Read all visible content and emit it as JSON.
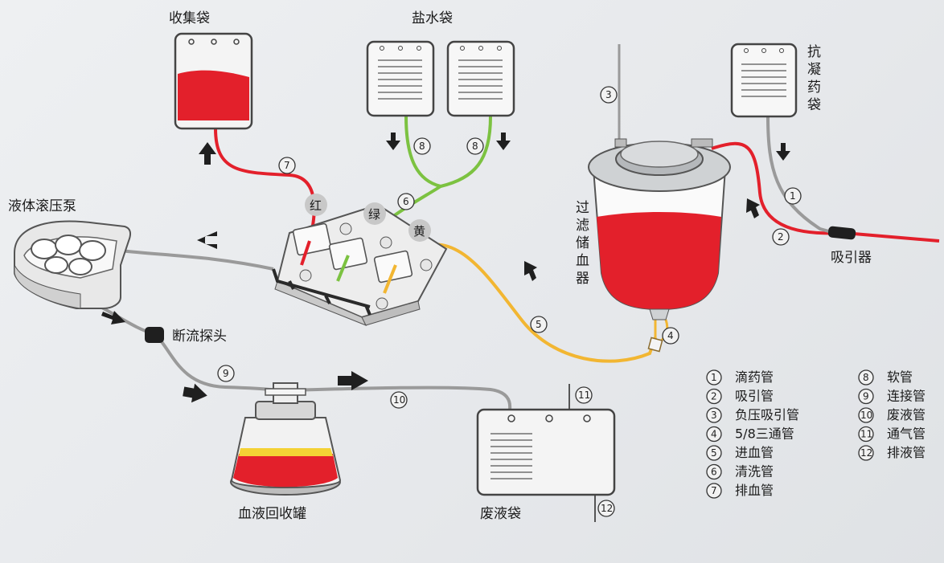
{
  "labels": {
    "collection_bag": "收集袋",
    "saline_bags": "盐水袋",
    "anticoag_bag": "抗凝药袋",
    "pump": "液体滚压泵",
    "filter_reservoir": "过滤储血器",
    "suction": "吸引器",
    "flow_sensor": "断流探头",
    "recovery_tank": "血液回收罐",
    "waste_bag": "废液袋",
    "clamp_red": "红",
    "clamp_green": "绿",
    "clamp_yellow": "黄"
  },
  "tube_numbers": {
    "n1": "1",
    "n2": "2",
    "n3": "3",
    "n4": "4",
    "n5": "5",
    "n6": "6",
    "n7": "7",
    "n8a": "8",
    "n8b": "8",
    "n9": "9",
    "n10": "10",
    "n11": "11",
    "n12": "12"
  },
  "legend": [
    {
      "num": "1",
      "text": "滴药管"
    },
    {
      "num": "2",
      "text": "吸引管"
    },
    {
      "num": "3",
      "text": "负压吸引管"
    },
    {
      "num": "4",
      "text": "5/8三通管"
    },
    {
      "num": "5",
      "text": "进血管"
    },
    {
      "num": "6",
      "text": "清洗管"
    },
    {
      "num": "7",
      "text": "排血管"
    },
    {
      "num": "8",
      "text": "软管"
    },
    {
      "num": "9",
      "text": "连接管"
    },
    {
      "num": "10",
      "text": "废液管"
    },
    {
      "num": "11",
      "text": "通气管"
    },
    {
      "num": "12",
      "text": "排液管"
    }
  ],
  "colors": {
    "blood": "#e3202b",
    "saline_tube": "#7cc241",
    "yellow_tube": "#f2b632",
    "gray_tube": "#9a9a9a"
  }
}
